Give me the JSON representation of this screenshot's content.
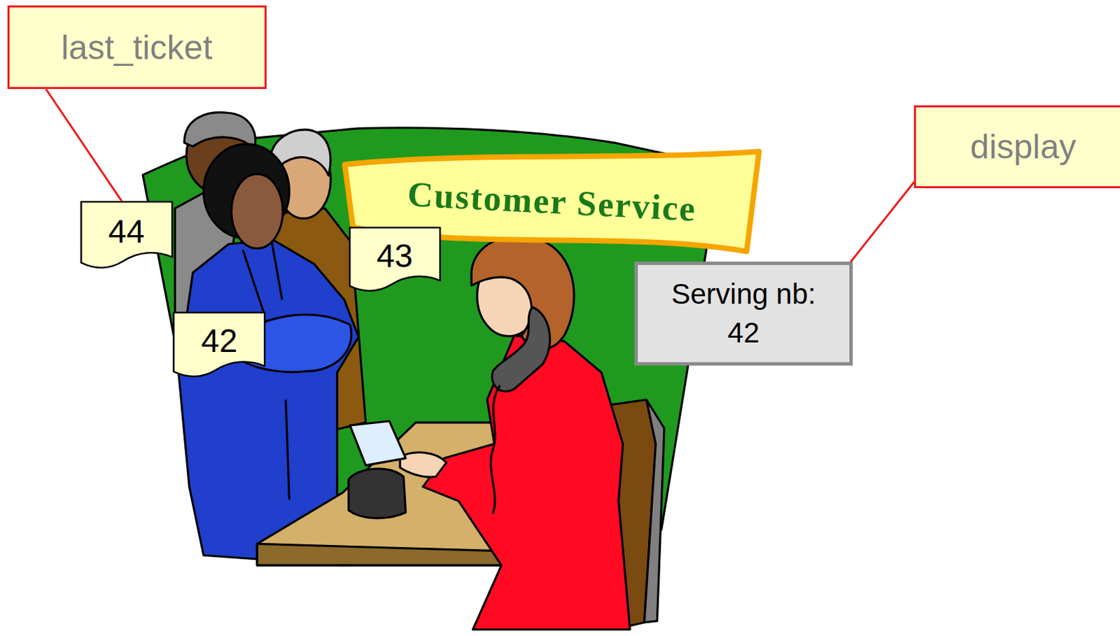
{
  "diagram": {
    "nodes": [
      {
        "text": [
          "last_ticket"
        ]
      },
      {
        "text": [
          "display"
        ]
      },
      {
        "text": [
          "Customer Service"
        ]
      },
      {
        "text": [
          "44"
        ]
      },
      {
        "text": [
          "43"
        ]
      },
      {
        "text": [
          "Serving nb: 42"
        ]
      },
      {
        "text": [
          "42"
        ]
      }
    ],
    "edges": [
      {
        "from": 0,
        "to": 3,
        "arrow": "none"
      },
      {
        "from": 1,
        "to": 5,
        "arrow": "none"
      }
    ]
  }
}
